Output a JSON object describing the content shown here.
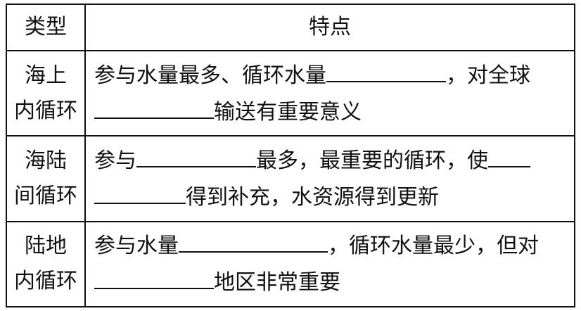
{
  "header": {
    "type": "类型",
    "features": "特点"
  },
  "rows": [
    {
      "type_line1": "海上",
      "type_line2": "内循环",
      "seg": [
        "参与水量最多、循环水量",
        "，对全球",
        "输送有重要意义"
      ]
    },
    {
      "type_line1": "海陆",
      "type_line2": "间循环",
      "seg": [
        "参与",
        "最多，最重要的循环，使",
        "得到补充，水资源得到更新"
      ]
    },
    {
      "type_line1": "陆地",
      "type_line2": "内循环",
      "seg": [
        "参与水量",
        "，循环水量最少，但对",
        "地区非常重要"
      ]
    }
  ]
}
